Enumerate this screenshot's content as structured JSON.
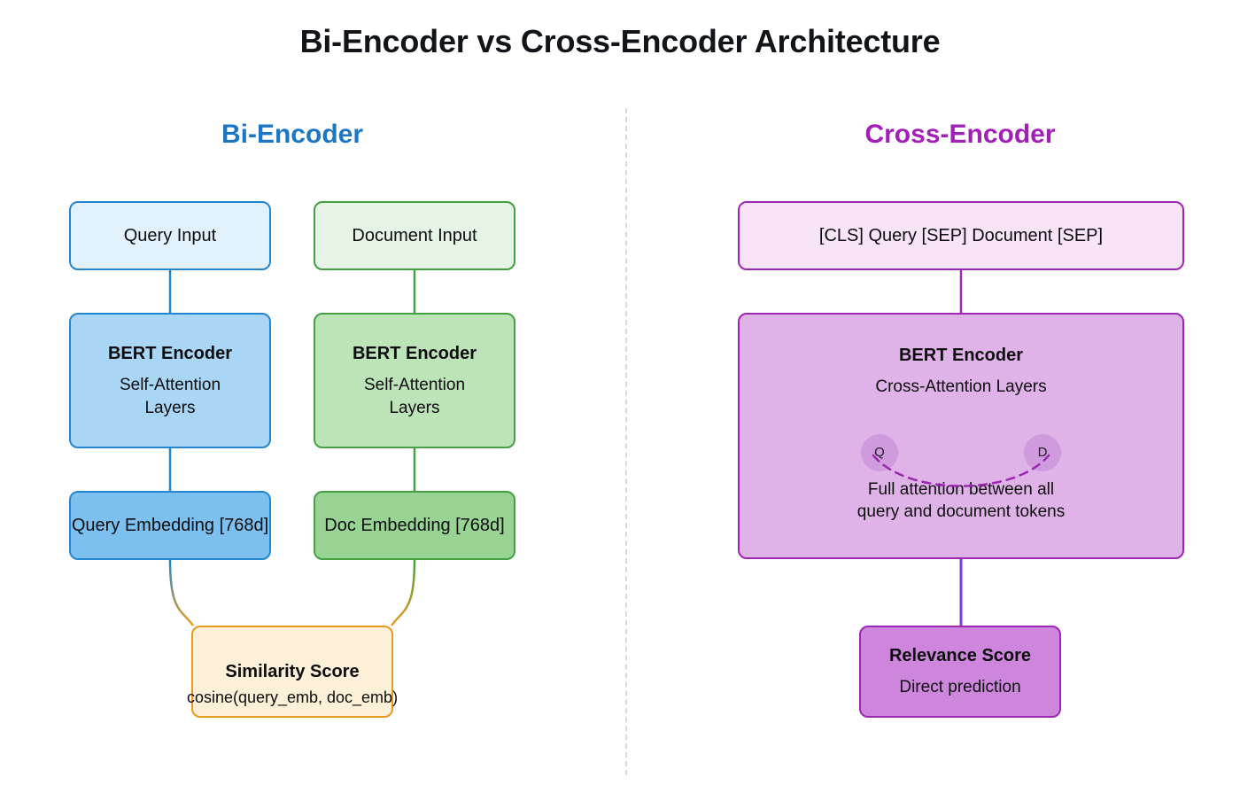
{
  "page": {
    "title": "Bi-Encoder vs Cross-Encoder Architecture",
    "background_color": "#ffffff"
  },
  "panels": {
    "left": {
      "heading": "Bi-Encoder",
      "heading_color": "#1b76c4",
      "nodes": {
        "query_input": {
          "label": "Query Input",
          "fill": "#e3f1fd",
          "stroke": "#2486d0"
        },
        "document_input": {
          "label": "Document Input",
          "fill": "#e6f4e5",
          "stroke": "#45a043"
        },
        "query_encoder": {
          "title": "BERT Encoder",
          "subtitle": "Self-Attention Layers",
          "fill": "#aad6f5",
          "stroke": "#2486d0"
        },
        "document_encoder": {
          "title": "BERT Encoder",
          "subtitle": "Self-Attention Layers",
          "fill": "#bde3b8",
          "stroke": "#45a043"
        },
        "query_embedding": {
          "label": "Query Embedding [768d]",
          "fill": "#7cc0ef",
          "stroke": "#2486d0"
        },
        "document_embedding": {
          "label": "Doc Embedding [768d]",
          "fill": "#97d392",
          "stroke": "#45a043"
        },
        "similarity": {
          "title": "Similarity Score",
          "subtitle": "cosine(query_emb, doc_emb)",
          "fill": "#fdf0d8",
          "stroke": "#e89a20"
        }
      }
    },
    "right": {
      "heading": "Cross-Encoder",
      "heading_color": "#a320b8",
      "nodes": {
        "combined_input": {
          "label": "[CLS] Query [SEP] Document [SEP]",
          "fill": "#f7e4f7",
          "stroke": "#9c27b0"
        },
        "cross_encoder": {
          "title": "BERT Encoder",
          "subtitle": "Cross-Attention Layers",
          "query_token": "Q",
          "document_token": "D",
          "attention_note_line1": "Full attention between all",
          "attention_note_line2": "query and document tokens",
          "fill": "#e0b3e8",
          "stroke": "#9c27b0",
          "token_fill": "#cf9ade",
          "attention_curve_color": "#9c27b0"
        },
        "relevance": {
          "title": "Relevance Score",
          "subtitle": "Direct prediction",
          "fill": "#ce86dd",
          "stroke": "#9c27b0"
        }
      }
    }
  },
  "divider": {
    "style": "dashed-vertical",
    "color": "#d8d8d8"
  },
  "edges": {
    "connector_colors": {
      "blue": "#2486d0",
      "green": "#45a043",
      "orange": "#e89a20",
      "violet": "#7c3aed"
    }
  }
}
